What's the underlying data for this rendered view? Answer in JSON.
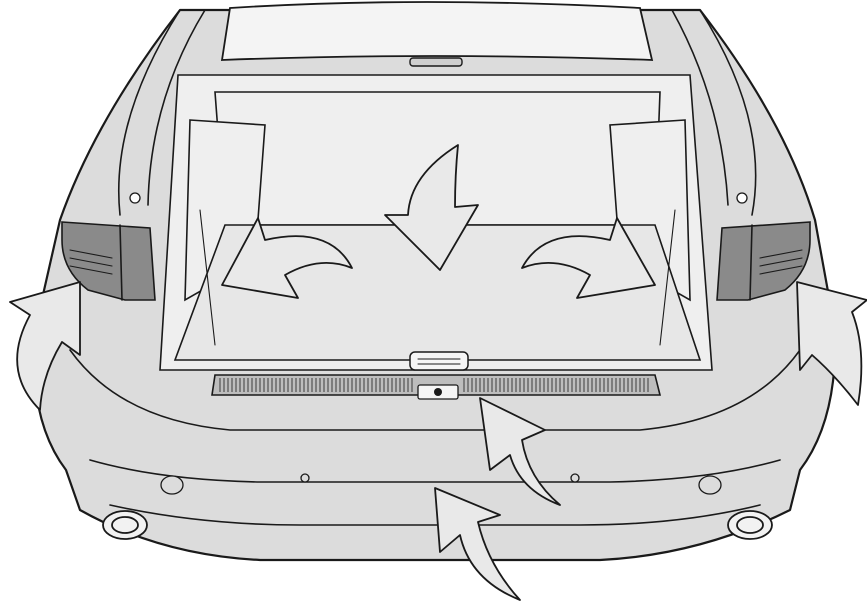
{
  "colors": {
    "body": "#dcdcdc",
    "outline": "#1a1a1a",
    "arrow_fill": "#e9e9e9",
    "background": "#ffffff"
  },
  "arrows": [
    {
      "id": "top-center",
      "direction": "down"
    },
    {
      "id": "left-inner",
      "direction": "left"
    },
    {
      "id": "right-inner",
      "direction": "right"
    },
    {
      "id": "left-outer",
      "direction": "up"
    },
    {
      "id": "right-outer",
      "direction": "up"
    },
    {
      "id": "bottom-center-upper",
      "direction": "up"
    },
    {
      "id": "bottom-center-lower",
      "direction": "up"
    }
  ],
  "parking_sensors": 6
}
